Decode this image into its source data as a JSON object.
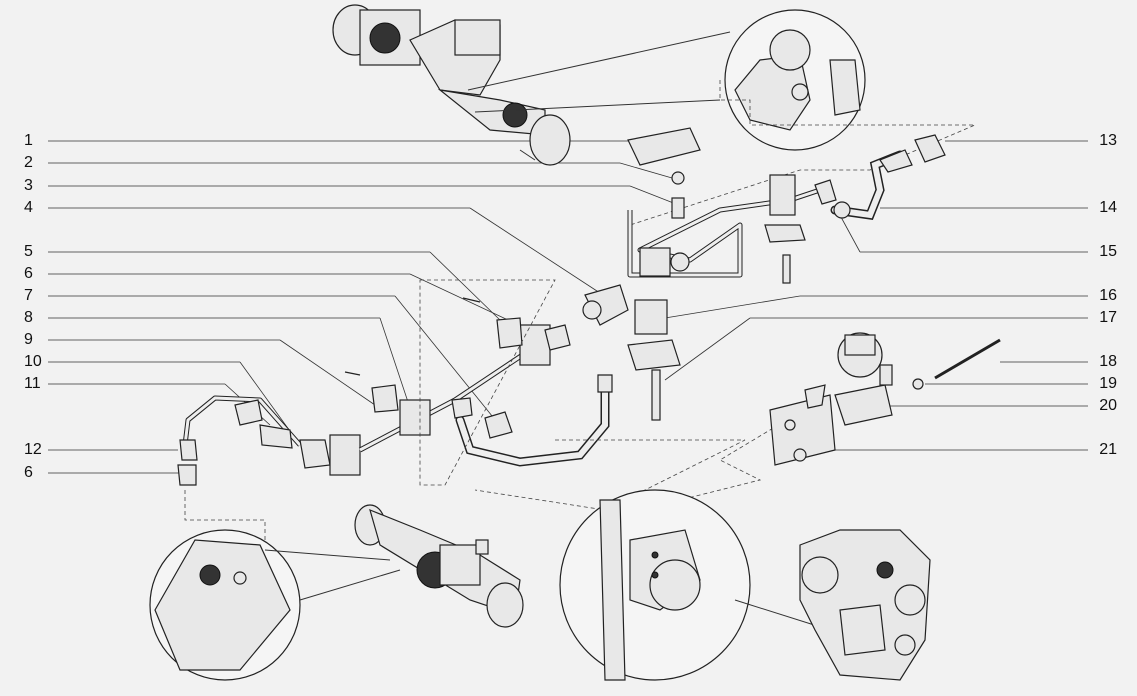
{
  "labels_left": [
    "1",
    "2",
    "3",
    "4",
    "5",
    "6",
    "7",
    "8",
    "9",
    "10",
    "11",
    "12",
    "6"
  ],
  "labels_right": [
    "13",
    "14",
    "15",
    "16",
    "17",
    "18",
    "19",
    "20",
    "21"
  ]
}
